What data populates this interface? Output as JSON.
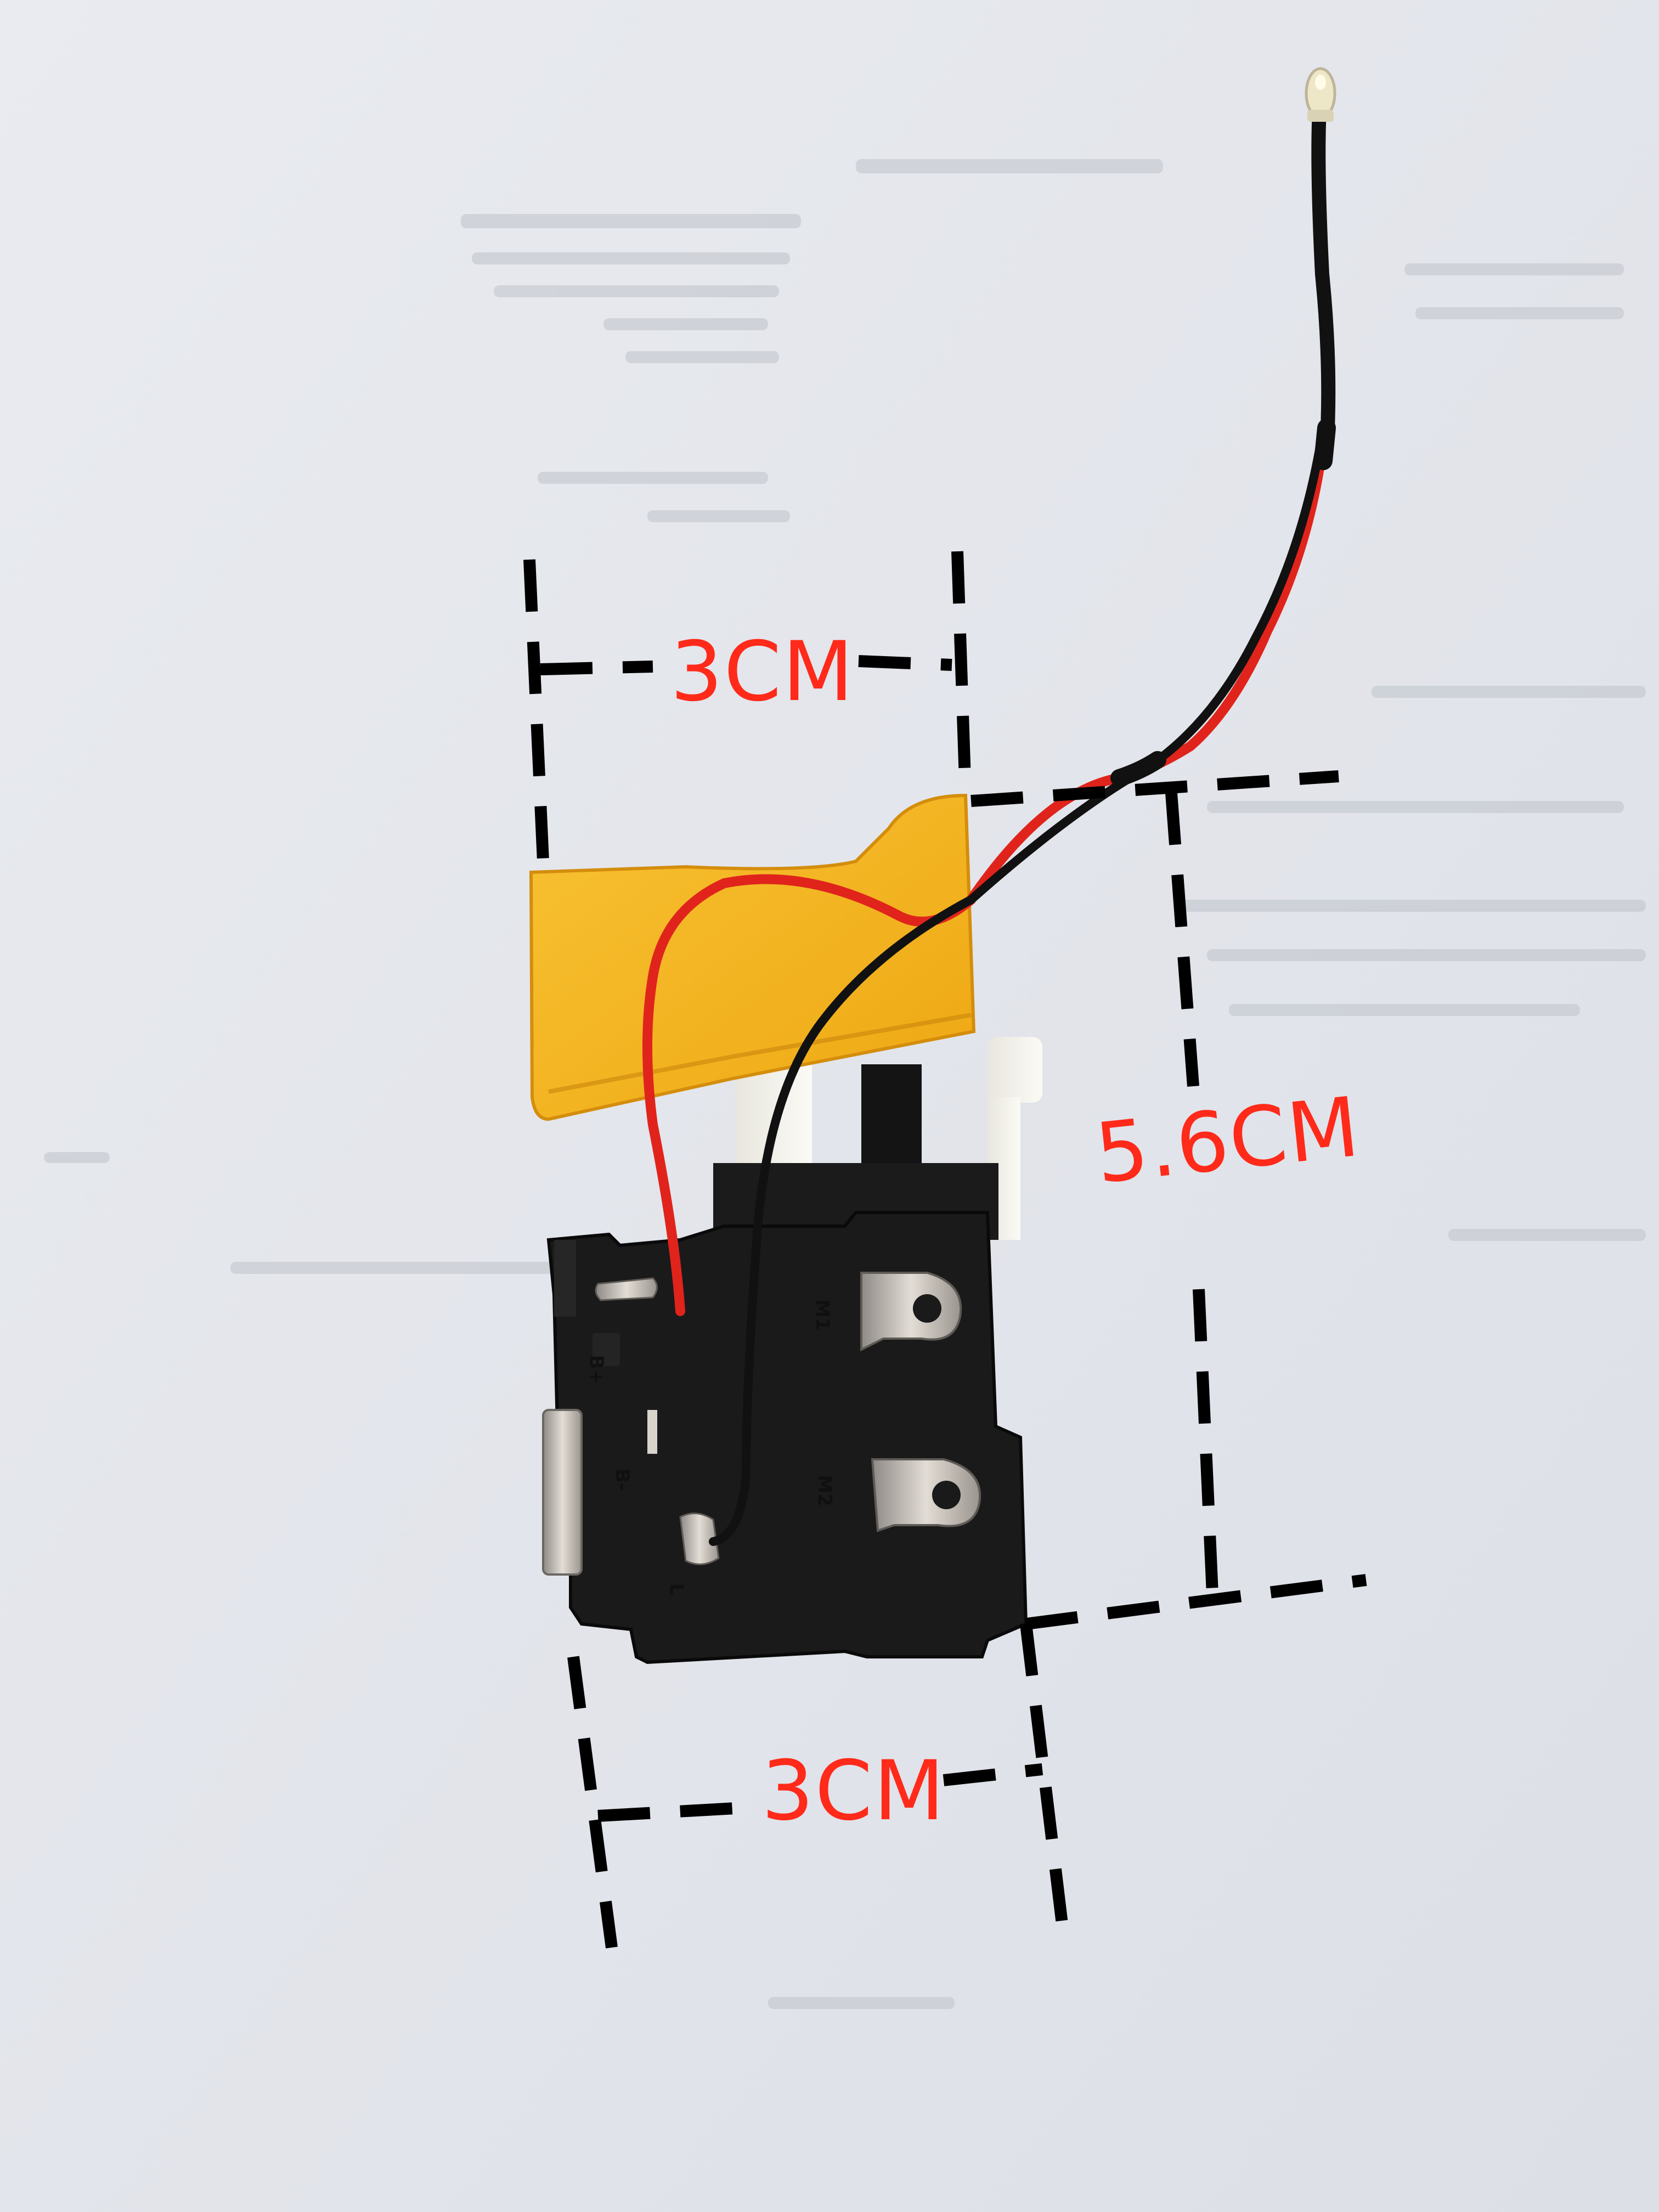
{
  "photo": {
    "subject_icon": "trigger-switch-icon",
    "colors": {
      "background_paper": "#e4e6ec",
      "trigger_yellow": "#f5b21c",
      "housing_black": "#1a1a1a",
      "wire_red": "#e0241c",
      "wire_black": "#111111",
      "dimension_lines": "#000000",
      "dimension_text": "#ff2a1a"
    }
  },
  "dimensions": {
    "top_width": "3CM",
    "bottom_width": "3CM",
    "height": "5.6CM"
  },
  "switch_markings": {
    "b_plus": "B+",
    "b_minus": "B-",
    "m1": "M1",
    "m2": "M2",
    "l": "L"
  }
}
